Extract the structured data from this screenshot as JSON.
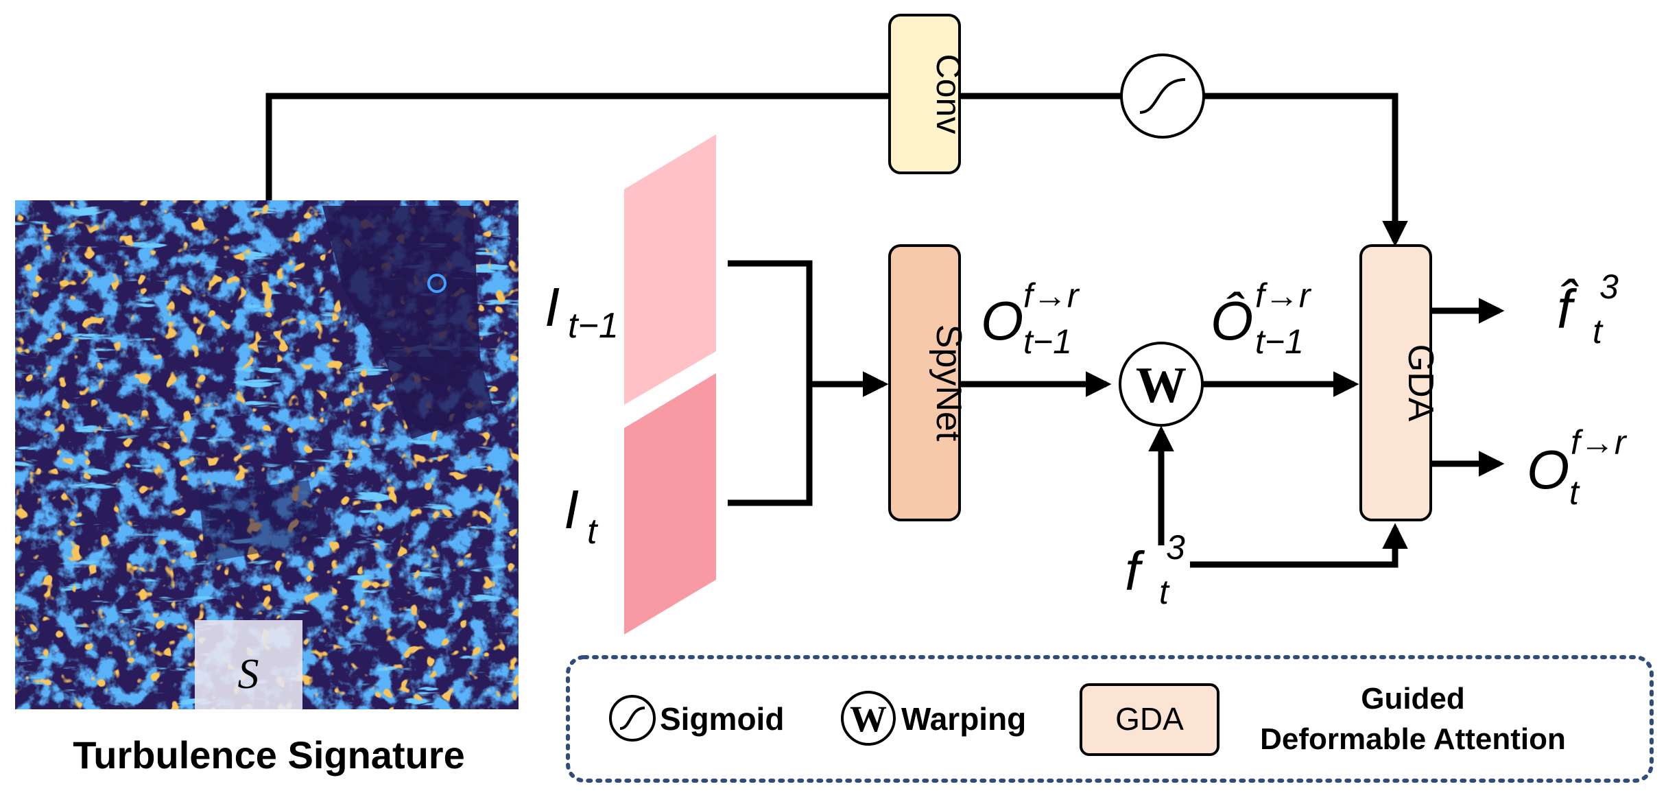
{
  "diagram": {
    "modules": {
      "conv": "Conv",
      "spynet": "SpyNet",
      "gda": "GDA",
      "warp_symbol": "W"
    },
    "image": {
      "caption": "Turbulence Signature",
      "inset_label": "S"
    },
    "math": {
      "frame_prev": {
        "base": "I",
        "sub": "t−1"
      },
      "frame_cur": {
        "base": "I",
        "sub": "t"
      },
      "flow_prev": {
        "base": "O",
        "sup": "f→r",
        "sub": "t−1"
      },
      "flow_prev_hat": {
        "base": "Ô",
        "sup": "f→r",
        "sub": "t−1"
      },
      "feat_in": {
        "base": "f",
        "sup": "3",
        "sub": "t"
      },
      "feat_out": {
        "base": "f̂",
        "sup": "3",
        "sub": "t"
      },
      "flow_out": {
        "base": "O",
        "sup": "f→r",
        "sub": "t"
      }
    },
    "legend": {
      "sigmoid": "Sigmoid",
      "warp_symbol": "W",
      "warping": "Warping",
      "gda_box": "GDA",
      "gda_desc_line1": "Guided",
      "gda_desc_line2": "Deformable Attention"
    },
    "colors": {
      "conv_fill": "#fff3cc",
      "spynet_fill": "#f5c9a9",
      "gda_fill": "#fce4d4",
      "frame_prev": "#ffc1c6",
      "frame_cur": "#f89aa3",
      "map_bg": "#2a1c5a",
      "legend_border": "#2f4d7a"
    }
  }
}
